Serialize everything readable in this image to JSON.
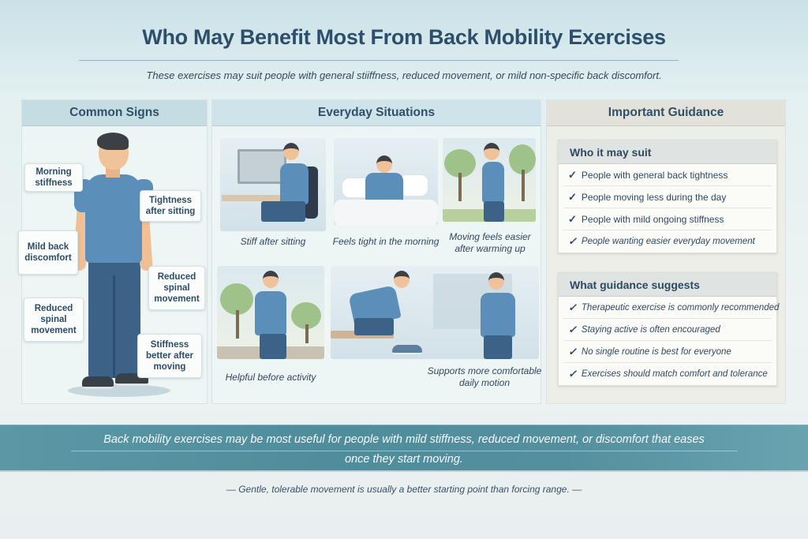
{
  "header": {
    "title": "Who May Benefit Most From Back Mobility Exercises",
    "subtitle": "These exercises may suit people with general stiiffness, reduced movement, or mild non-specific back discomfort."
  },
  "common_signs": {
    "title": "Common Signs",
    "callouts": [
      "Morning stiffness",
      "Tightness after sitting",
      "Mild back discomfort",
      "Reduced spinal movement",
      "Reduced spinal movement",
      "Stiffness better after moving"
    ]
  },
  "everyday_situations": {
    "title": "Everyday Situations",
    "scenes": [
      {
        "caption": "Stiff after sitting",
        "icon": "desk-sitting-illustration"
      },
      {
        "caption": "Feels tight in the morning",
        "icon": "bed-stretch-illustration"
      },
      {
        "caption": "Moving feels easier after warming up",
        "icon": "walking-park-illustration"
      },
      {
        "caption": "Helpful before activity",
        "icon": "jogging-illustration"
      },
      {
        "caption": "",
        "icon": "tying-shoe-illustration"
      },
      {
        "caption": "Supports more comfortable daily motion",
        "icon": "standing-hands-hips-illustration"
      }
    ]
  },
  "important_guidance": {
    "title": "Important Guidance",
    "who_it_may_suit": {
      "title": "Who it may suit",
      "items": [
        "People with general back tightness",
        "People moving less during the day",
        "People with mild ongoing stiffness",
        "People wanting easier everyday movement"
      ]
    },
    "what_guidance_suggests": {
      "title": "What guidance suggests",
      "items": [
        "Therapeutic exercise is commonly recommended",
        "Staying active is often encouraged",
        "No single routine is best for everyone",
        "Exercises should match comfort and tolerance"
      ]
    },
    "check_glyph": "✓"
  },
  "footer": {
    "banner_line1": "Back mobility exercises may be most useful for people with mild stiffness, reduced movement, or discomfort that eases",
    "banner_line2": "once they start moving.",
    "note": "— Gentle, tolerable movement is usually a better starting point than forcing range. —"
  },
  "colors": {
    "title": "#2d4f6c",
    "banner": "#4f8d9c",
    "shirt": "#5b8fba",
    "pants": "#3d6288"
  }
}
